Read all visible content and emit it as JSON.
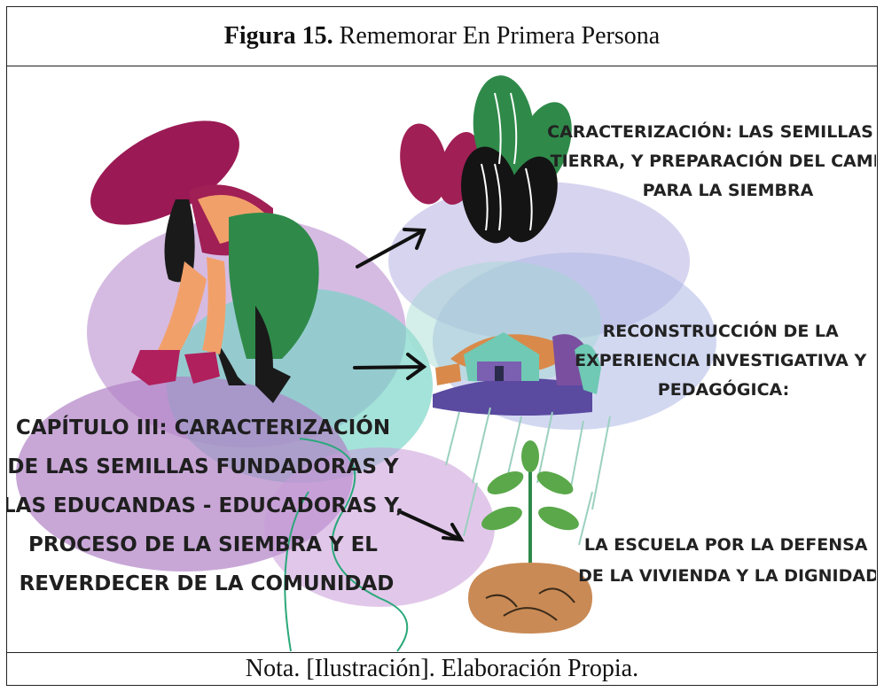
{
  "figure": {
    "label": "Figura 15.",
    "title": "Rememorar En Primera Persona"
  },
  "illustration": {
    "main_text": [
      "CAPÍTULO III: CARACTERIZACIÓN",
      "DE LAS SEMILLAS FUNDADORAS Y",
      "LAS EDUCANDAS - EDUCADORAS Y,",
      "PROCESO DE LA SIEMBRA Y EL",
      "REVERDECER DE LA COMUNIDAD"
    ],
    "caption_1": [
      "CARACTERIZACIÓN: LAS SEMILLAS LA",
      "TIERRA, Y PREPARACIÓN DEL CAMPO",
      "PARA LA SIEMBRA"
    ],
    "caption_2": [
      "RECONSTRUCCIÓN DE LA",
      "EXPERIENCIA INVESTIGATIVA Y",
      "PEDAGÓGICA:"
    ],
    "caption_3": [
      "LA ESCUELA POR LA DEFENSA",
      "DE LA VIVIENDA Y LA DIGNIDAD"
    ],
    "colors": {
      "magenta": "#9b1a55",
      "green": "#2a8a48",
      "purple_wash": "#b58cc8",
      "teal_wash": "#6fd2c0",
      "lavender_wash": "#b9b3e0",
      "orange": "#d98a4b",
      "soil": "#c98a55"
    }
  },
  "note": "Nota. [Ilustración]. Elaboración Propia."
}
